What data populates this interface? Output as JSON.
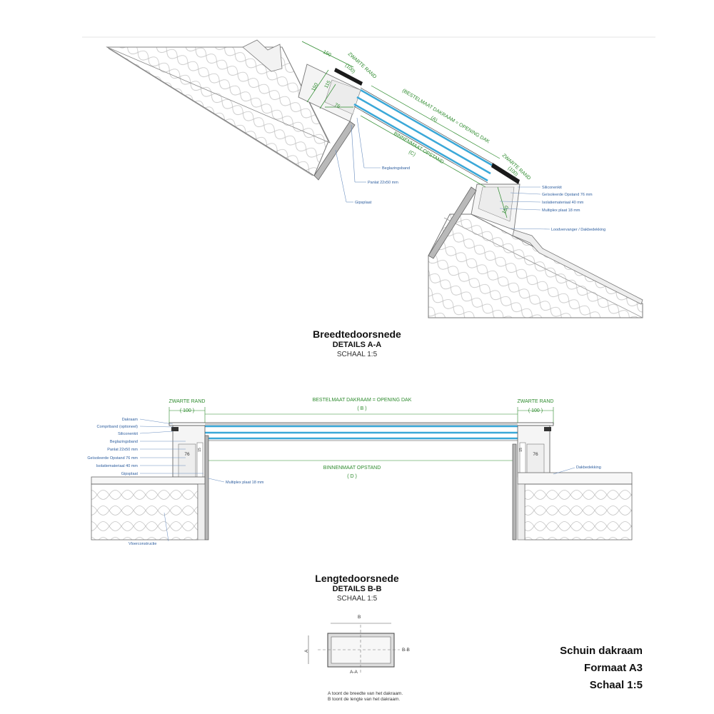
{
  "section_a": {
    "title": "Breedtedoorsnede",
    "subtitle": "DETAILS A-A",
    "scale": "SCHAAL 1:5",
    "dims": {
      "d150_top": "150",
      "d150_side": "150",
      "d115": "115",
      "d76": "76",
      "d150_right": "150"
    },
    "labels": {
      "zwarte_rand_left": "ZWARTE RAND",
      "zwarte_rand_left_sub": "(100)",
      "zwarte_rand_right": "ZWARTE RAND",
      "zwarte_rand_right_sub": "(100)",
      "bestelmaat": "(BESTELMAAT DAKRAAM = OPENING DAK",
      "bestelmaat_sub": "(A)",
      "binnenmaat": "BINNENMAAT OPSTAND",
      "binnenmaat_sub": "(C)"
    },
    "callouts_left": [
      "Beglazingsband",
      "Panlat 22x50 mm",
      "Gipsplaat"
    ],
    "callouts_right": [
      "Siliconenkit",
      "Geïsoleerde Opstand 76 mm",
      "Isolatiemateriaal  40 mm",
      "Multiplex plaat 18 mm",
      "Loodvervanger / Dakbedekking"
    ]
  },
  "section_b": {
    "title": "Lengtedoorsnede",
    "subtitle": "DETAILS B-B",
    "scale": "SCHAAL 1:5",
    "zwarte_rand_left": "ZWARTE RAND",
    "zwarte_rand_left_sub": "( 100 )",
    "zwarte_rand_right": "ZWARTE RAND",
    "zwarte_rand_right_sub": "( 100 )",
    "bestelmaat": "BESTELMAAT DAKRAAM = OPENING DAK",
    "bestelmaat_sub": "( B )",
    "binnenmaat": "BINNENMAAT OPSTAND",
    "binnenmaat_sub": "( D )",
    "dim76_left": "76",
    "dim76_right": "76",
    "small_dim": "15",
    "callouts_left": [
      "Dakraam",
      "Compriband (optioneel)",
      "Siliconenkit",
      "Beglazingsband",
      "Panlat 22x50 mm",
      "Geïsoleerde Opstand 76 mm",
      "Isolatiemateriaal  40 mm",
      "Gipsplaat"
    ],
    "multiplex": "Multiplex plaat 18 mm",
    "dakbedekking": "Dakbedekking",
    "vloer": "Vloerconstructie"
  },
  "key": {
    "b": "B",
    "a": "A",
    "bb": "B-B",
    "aa": "A-A",
    "note1": "A toont de breedte van het dakraam.",
    "note2": "B toont de lengte van het dakraam."
  },
  "titleblock": {
    "line1": "Schuin dakraam",
    "line2": "Formaat A3",
    "line3": "Schaal 1:5"
  },
  "colors": {
    "glass": "#3aa8d8",
    "dim_green": "#2e8b2e",
    "callout_blue": "#2f5f9f",
    "insulation": "#bbbbbb"
  }
}
